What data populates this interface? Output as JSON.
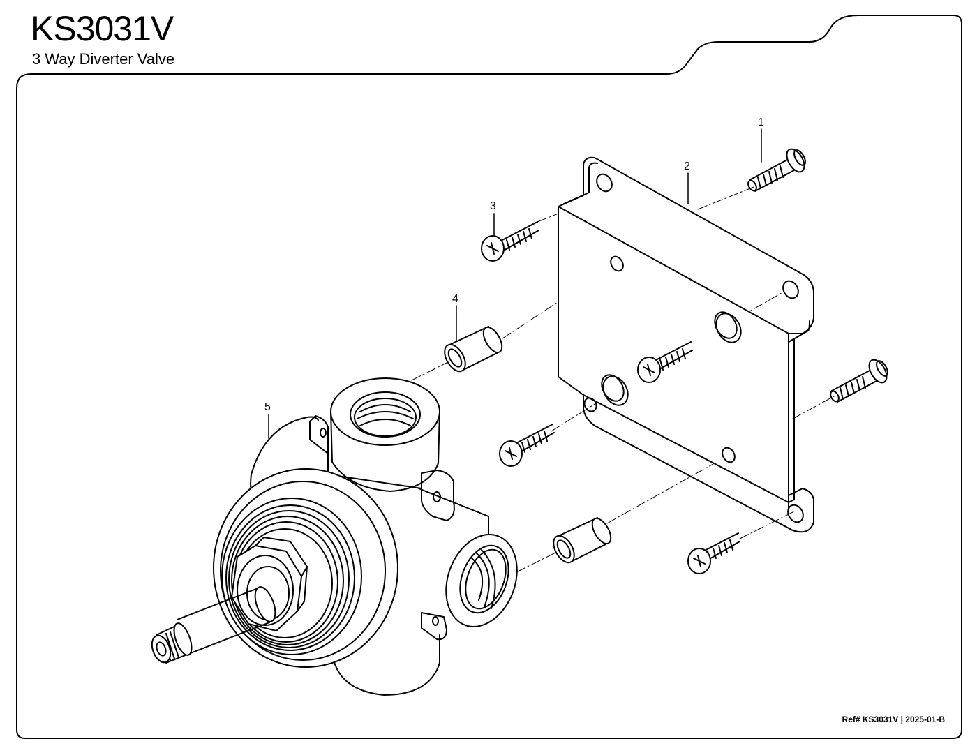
{
  "header": {
    "title": "KS3031V",
    "subtitle": "3 Way Diverter Valve"
  },
  "footer": {
    "ref": "Ref# KS3031V | 2025-01-B"
  },
  "callouts": [
    {
      "label": "1",
      "part": "mounting screw"
    },
    {
      "label": "2",
      "part": "mounting bracket"
    },
    {
      "label": "3",
      "part": "self-tapping screw"
    },
    {
      "label": "4",
      "part": "spacer tube"
    },
    {
      "label": "5",
      "part": "diverter valve body"
    }
  ]
}
